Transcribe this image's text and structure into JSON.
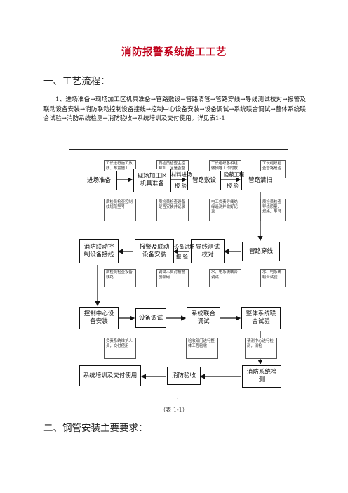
{
  "title": "消防报警系统施工工艺",
  "section1": "一、工艺流程：",
  "paragraph": "1、进场准备→现场加工区机具准备→管路敷设→管路清管→管路穿线→导线测试校对→报警及联动设备安装→消防联动控制设备接线→控制中心设备安装→设备调试→系统联合调试→整体系统联合试验→消防系统检测→消防验收→系统培训及交付使用。详见表1-1",
  "flow": {
    "row1": [
      "进场准备",
      "现场加工区机具准备",
      "管路敷设",
      "管路清扫"
    ],
    "row2": [
      "消防联动控制设备接线",
      "报警及联动设备安装",
      "导线测试校对",
      "管路穿线"
    ],
    "row3": [
      "控制中心设备安装",
      "设备调试",
      "系统联合调试",
      "整体系统联合试验"
    ],
    "row4": [
      "系统培训及交付使用",
      "消防验收",
      "消防系统检测"
    ],
    "arrow_labels": {
      "material_in": "材料进场",
      "report1": "报 验",
      "hidden_work": "隐蔽工程",
      "report2": "报 验",
      "equipment_in": "设备进场",
      "report3": "报 验"
    },
    "notes": {
      "n1": "工长进行施工放线、布置施工",
      "n2": "质检员检查主控制加工区是否整理",
      "n3": "工长组织各相组做预埋工作的敷设",
      "n4": "工长组织检查管路是否通畅",
      "n5": "质检员检查控制线规范型号",
      "n6": "质检员检查设备是否安装并记录",
      "n7": "电工负责导线绝缘遥测并做好记录",
      "n8": "质检员检查导线质量、规格、型号",
      "n9": "质检员检查设备线路",
      "n10": "调试人员对报警器编码",
      "n11": "水、电系统联合调试",
      "n12": "水、电系统联合试验",
      "n13": "负责系统维护人员，交付使用",
      "n14": "验收部门进行整体工程验收",
      "n15": "请测中心进行检测，消检"
    }
  },
  "dot": "·",
  "caption": "（表 1-1）",
  "section2": "二、钢管安装主要要求："
}
